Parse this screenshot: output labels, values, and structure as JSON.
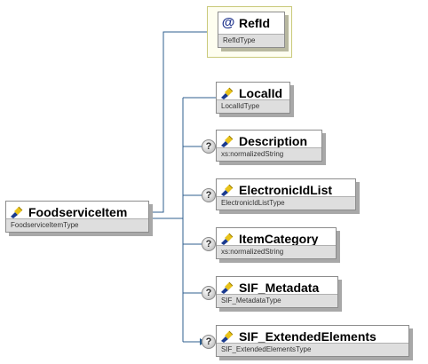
{
  "root": {
    "name": "FoodserviceItem",
    "type": "FoodserviceItemType"
  },
  "attribute": {
    "symbol": "@",
    "name": "RefId",
    "type": "RefIdType"
  },
  "elements": [
    {
      "name": "LocalId",
      "type": "LocalIdType",
      "optional": false
    },
    {
      "name": "Description",
      "type": "xs:normalizedString",
      "optional": true
    },
    {
      "name": "ElectronicIdList",
      "type": "ElectronicIdListType",
      "optional": true
    },
    {
      "name": "ItemCategory",
      "type": "xs:normalizedString",
      "optional": true
    },
    {
      "name": "SIF_Metadata",
      "type": "SIF_MetadataType",
      "optional": true
    },
    {
      "name": "SIF_ExtendedElements",
      "type": "SIF_ExtendedElementsType",
      "optional": true
    }
  ],
  "icons": {
    "element": "element-icon",
    "attribute": "attribute-icon",
    "optional": "optional-question-icon"
  },
  "colors": {
    "connector": "#2f5f8f",
    "icon_yellow": "#e8c21a",
    "icon_blue": "#1a3a8f"
  }
}
